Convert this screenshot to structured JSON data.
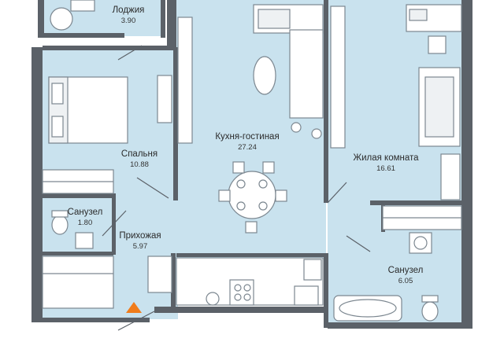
{
  "rooms": [
    {
      "name": "Лоджия",
      "area": "3.90"
    },
    {
      "name": "Спальня",
      "area": "10.88"
    },
    {
      "name": "Кухня-гостиная",
      "area": "27.24"
    },
    {
      "name": "Жилая комната",
      "area": "16.61"
    },
    {
      "name": "Санузел",
      "area": "1.80"
    },
    {
      "name": "Прихожая",
      "area": "5.97"
    },
    {
      "name": "Санузел",
      "area": "6.05"
    }
  ],
  "colors": {
    "room_fill": "#c9e2ee",
    "wall": "#5b6168",
    "furniture_stroke": "#7c8790",
    "entrance_marker": "#f07c1b"
  }
}
